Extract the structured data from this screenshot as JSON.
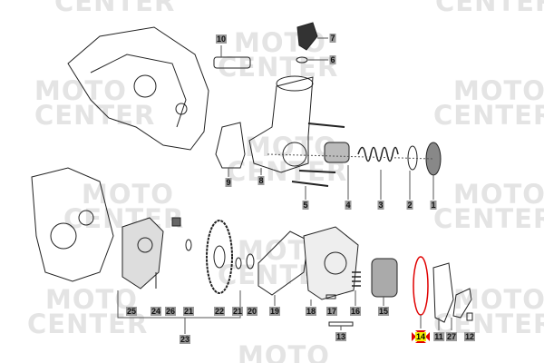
{
  "watermark": {
    "line1": "MOTO",
    "line2": "CENTER"
  },
  "callouts": [
    "1",
    "2",
    "3",
    "4",
    "5",
    "6",
    "7",
    "8",
    "9",
    "10",
    "11",
    "12",
    "13",
    "14",
    "15",
    "16",
    "17",
    "18",
    "19",
    "20",
    "21",
    "21",
    "22",
    "23",
    "24",
    "25",
    "26",
    "27"
  ],
  "highlighted_part": "14",
  "colors": {
    "highlight": "#f6ef00",
    "marker": "#e00000",
    "label_bg": "#9a9a9a"
  }
}
